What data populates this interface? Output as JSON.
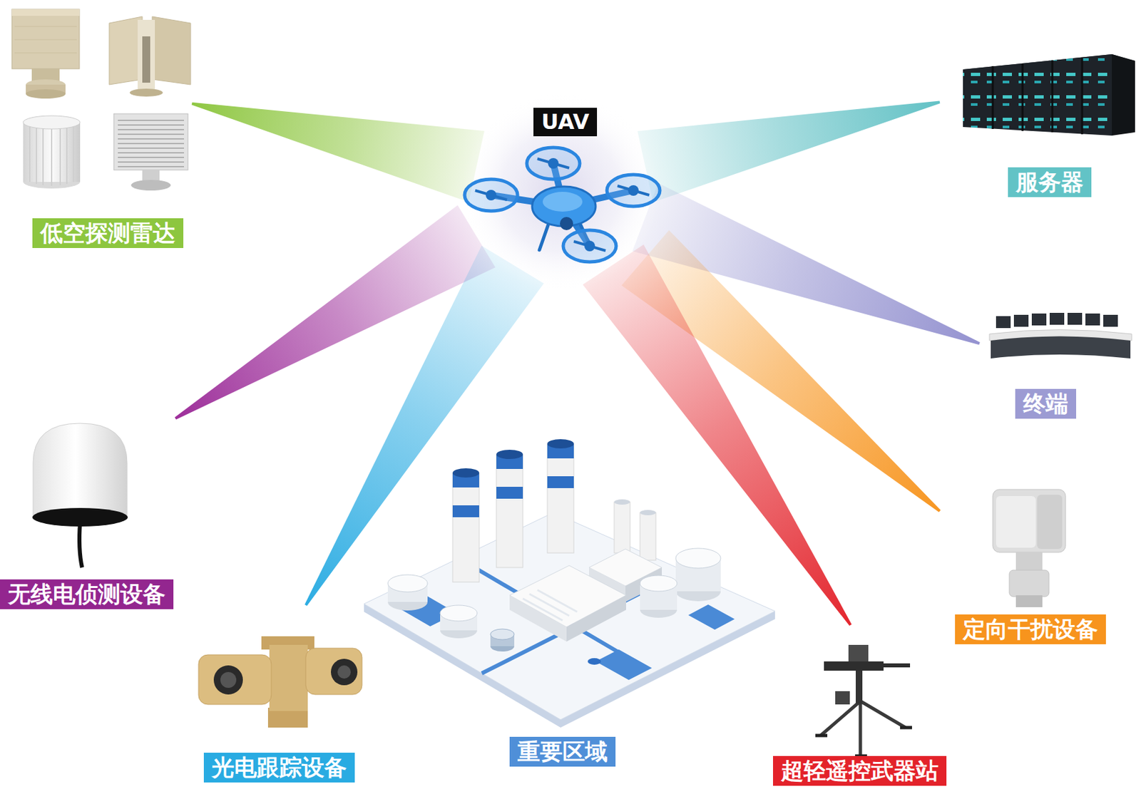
{
  "diagram": {
    "nodes": [
      {
        "text": [
          "UAV"
        ]
      },
      {
        "text": [
          "低空探测雷达"
        ]
      },
      {
        "text": [
          "服务器"
        ]
      },
      {
        "text": [
          "终端"
        ]
      },
      {
        "text": [
          "无线电侦测设备"
        ]
      },
      {
        "text": [
          "定向干扰设备"
        ]
      },
      {
        "text": [
          "光电跟踪设备"
        ]
      },
      {
        "text": [
          "重要区域"
        ]
      },
      {
        "text": [
          "超轻遥控武器站"
        ]
      }
    ],
    "edges": [
      {
        "from": 0,
        "to": 1,
        "arrow": "none"
      },
      {
        "from": 0,
        "to": 2,
        "arrow": "none"
      },
      {
        "from": 0,
        "to": 3,
        "arrow": "none"
      },
      {
        "from": 0,
        "to": 4,
        "arrow": "none"
      },
      {
        "from": 0,
        "to": 5,
        "arrow": "none"
      },
      {
        "from": 0,
        "to": 6,
        "arrow": "none"
      },
      {
        "from": 0,
        "to": 8,
        "arrow": "none"
      }
    ]
  }
}
